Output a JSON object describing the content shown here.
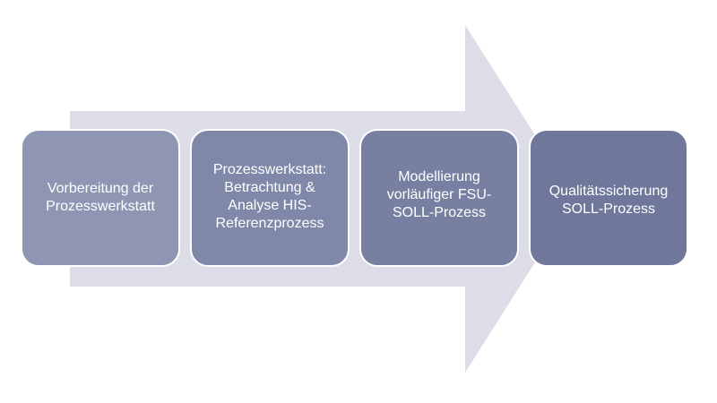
{
  "colors": {
    "arrow": "#dcdde6",
    "box_1": "#8e96b4",
    "box_2": "#8088a9",
    "box_3": "#7880a2",
    "box_4": "#6f779b",
    "text": "#ffffff"
  },
  "steps": [
    {
      "label": "Vorbereitung der\nProzesswerkstatt"
    },
    {
      "label": "Prozesswerkstatt:\nBetrachtung &\nAnalyse HIS-\nReferenzprozess"
    },
    {
      "label": "Modellierung\nvorläufiger FSU-\nSOLL-Prozess"
    },
    {
      "label": "Qualitätssicherung\nSOLL-Prozess"
    }
  ]
}
